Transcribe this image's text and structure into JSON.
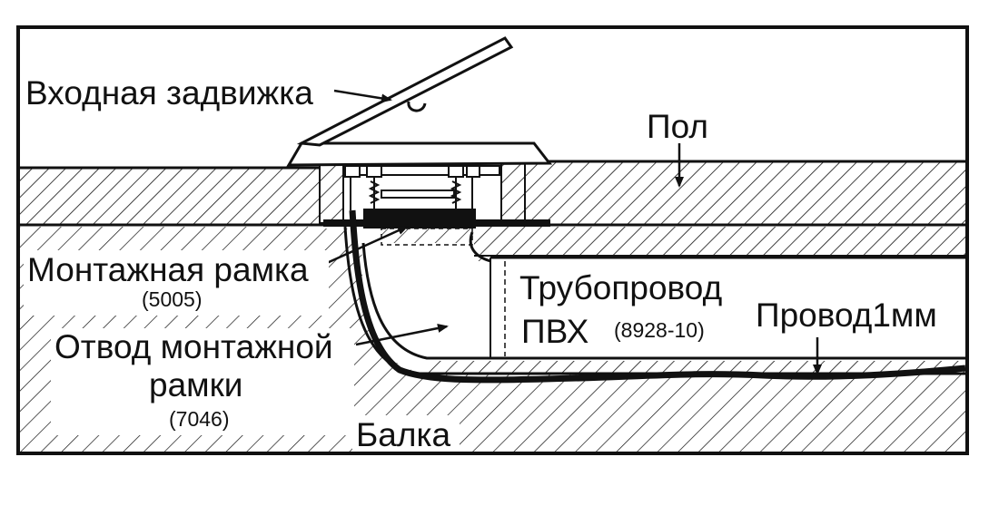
{
  "labels": {
    "inlet_latch": "Входная задвижка",
    "floor": "Пол",
    "mounting_frame": "Монтажная рамка",
    "mounting_frame_code": "(5005)",
    "pipe": "Трубопровод",
    "pipe_line2": "ПВХ",
    "pipe_code": "(8928-10)",
    "wire": "Провод1мм",
    "frame_outlet": "Отвод монтажной",
    "frame_outlet_line2": "рамки",
    "frame_outlet_code": "(7046)",
    "beam": "Балка"
  },
  "colors": {
    "ink": "#111111",
    "background": "#ffffff"
  }
}
